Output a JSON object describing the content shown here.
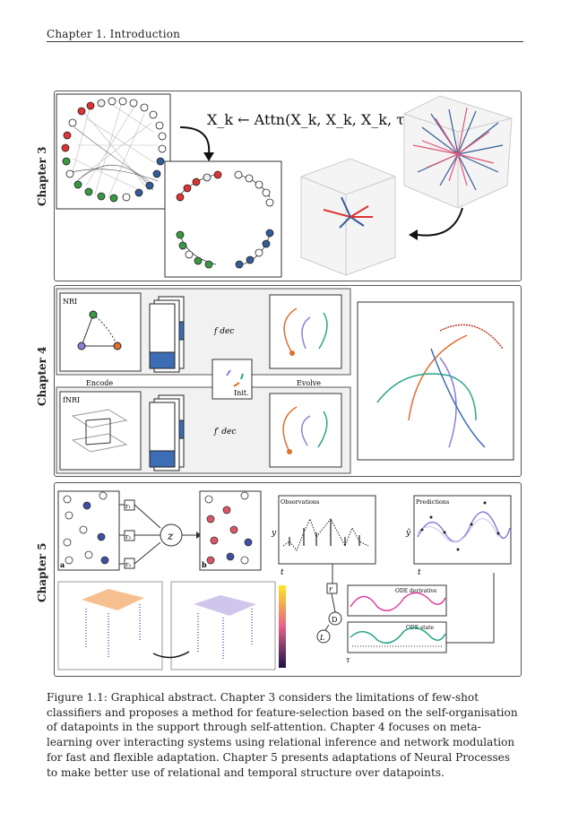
{
  "header": {
    "running_head": "Chapter 1.  Introduction"
  },
  "chapters": [
    {
      "label": "Chapter 3",
      "equation": "X_k ← Attn(X_k, X_k, X_k, τ)"
    },
    {
      "label": "Chapter 4",
      "labels": {
        "nri": "NRI",
        "fnri": "fNRI",
        "encode": "Encode",
        "evolve": "Evolve",
        "init": "Init.",
        "fdec": "f dec",
        "fdec_prime": "f′ dec"
      }
    },
    {
      "label": "Chapter 5",
      "labels": {
        "observations": "Observations",
        "predictions": "Predictions",
        "z": "z",
        "r": "r",
        "d": "D",
        "l": "L",
        "t": "t",
        "y": "y",
        "yhat": "ŷ",
        "tau": "τ",
        "ode_derivative": "ODE derivative",
        "ode_state": "ODE state",
        "a": "a",
        "b": "b",
        "r1": "r₁",
        "r2": "r₂",
        "r3": "r₃"
      }
    }
  ],
  "caption": "Figure 1.1: Graphical abstract. Chapter 3 considers the limitations of few-shot classifiers and proposes a method for feature-selection based on the self-organisation of datapoints in the support through self-attention. Chapter 4 focuses on meta-learning over interacting systems using relational inference and network modulation for fast and flexible adaptation. Chapter 5 presents adaptations of Neural Processes to make better use of relational and temporal structure over datapoints."
}
